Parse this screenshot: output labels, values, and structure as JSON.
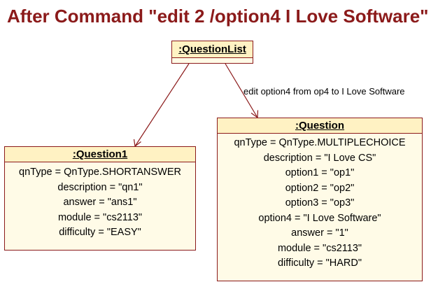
{
  "title": "After Command \"edit 2 /option4 I Love Software\"",
  "colors": {
    "title": "#8b1a1a",
    "border": "#8b1a1a",
    "header_fill": "#fff2c3",
    "body_fill": "#fffbe7"
  },
  "question_list": {
    "header": ":QuestionList"
  },
  "question1": {
    "header": ":Question1",
    "attributes": [
      "qnType = QnType.SHORTANSWER",
      "description = \"qn1\"",
      "answer = \"ans1\"",
      "module = \"cs2113\"",
      "difficulty = \"EASY\""
    ]
  },
  "question": {
    "header": ":Question",
    "attributes": [
      "qnType = QnType.MULTIPLECHOICE",
      "description = \"I Love CS\"",
      "option1 = \"op1\"",
      "option2 = \"op2\"",
      "option3 = \"op3\"",
      "option4 = \"I Love Software\"",
      "answer = \"1\"",
      "module = \"cs2113\"",
      "difficulty = \"HARD\""
    ]
  },
  "edge_label": "edit option4 from op4 to I Love Software"
}
